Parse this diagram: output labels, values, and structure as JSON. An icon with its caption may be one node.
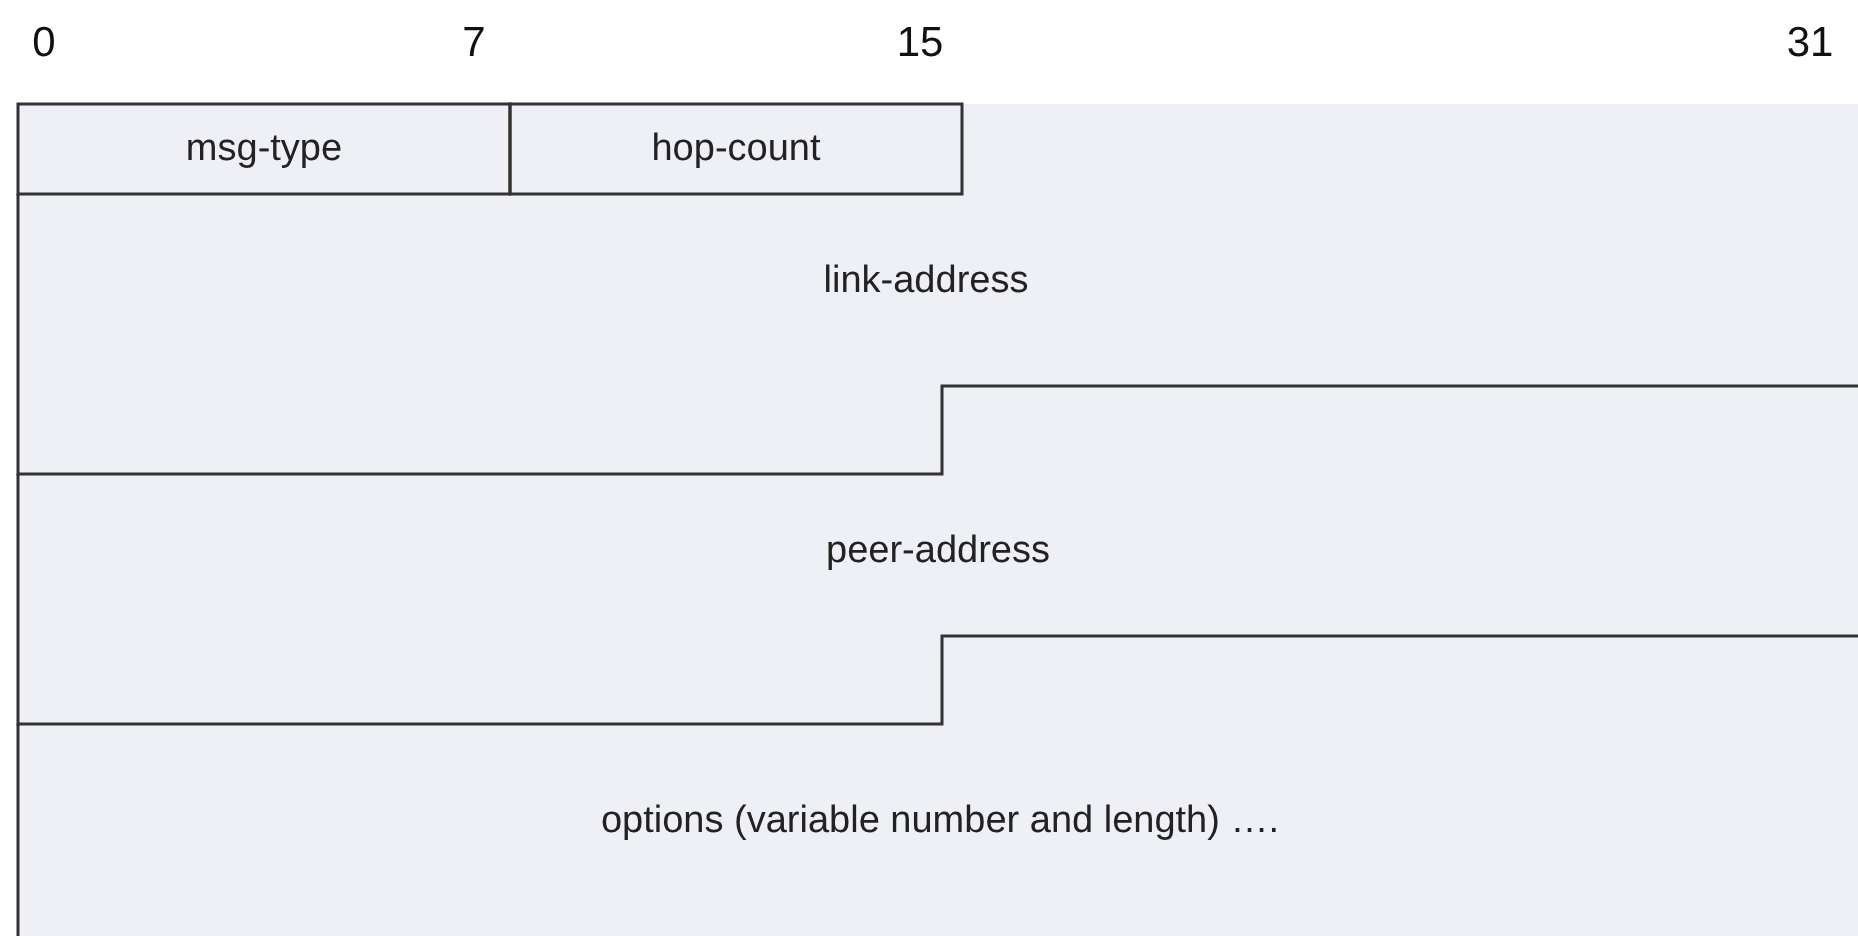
{
  "diagram": {
    "nodes": [
      {
        "text": [
          "msg-type"
        ]
      },
      {
        "text": [
          "hop-count"
        ]
      },
      {
        "text": [
          "link-address"
        ]
      },
      {
        "text": [
          "peer-address"
        ]
      },
      {
        "text": [
          "options (variable number and length) …."
        ]
      }
    ],
    "labels": [
      "0",
      "7",
      "15",
      "31"
    ]
  }
}
